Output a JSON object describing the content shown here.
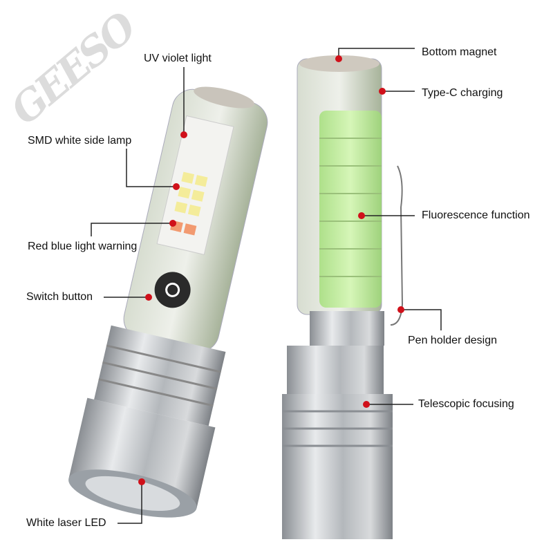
{
  "watermark": "GEESO",
  "labels": {
    "uv": "UV violet light",
    "smd": "SMD white side lamp",
    "redblue": "Red blue light warning",
    "switch": "Switch button",
    "laser": "White laser LED",
    "magnet": "Bottom magnet",
    "typec": "Type-C charging",
    "fluor": "Fluorescence function",
    "pen": "Pen holder design",
    "tele": "Telescopic focusing"
  },
  "colors": {
    "dot": "#d0101a",
    "line": "#222222",
    "glow": "#c8f0a0"
  }
}
